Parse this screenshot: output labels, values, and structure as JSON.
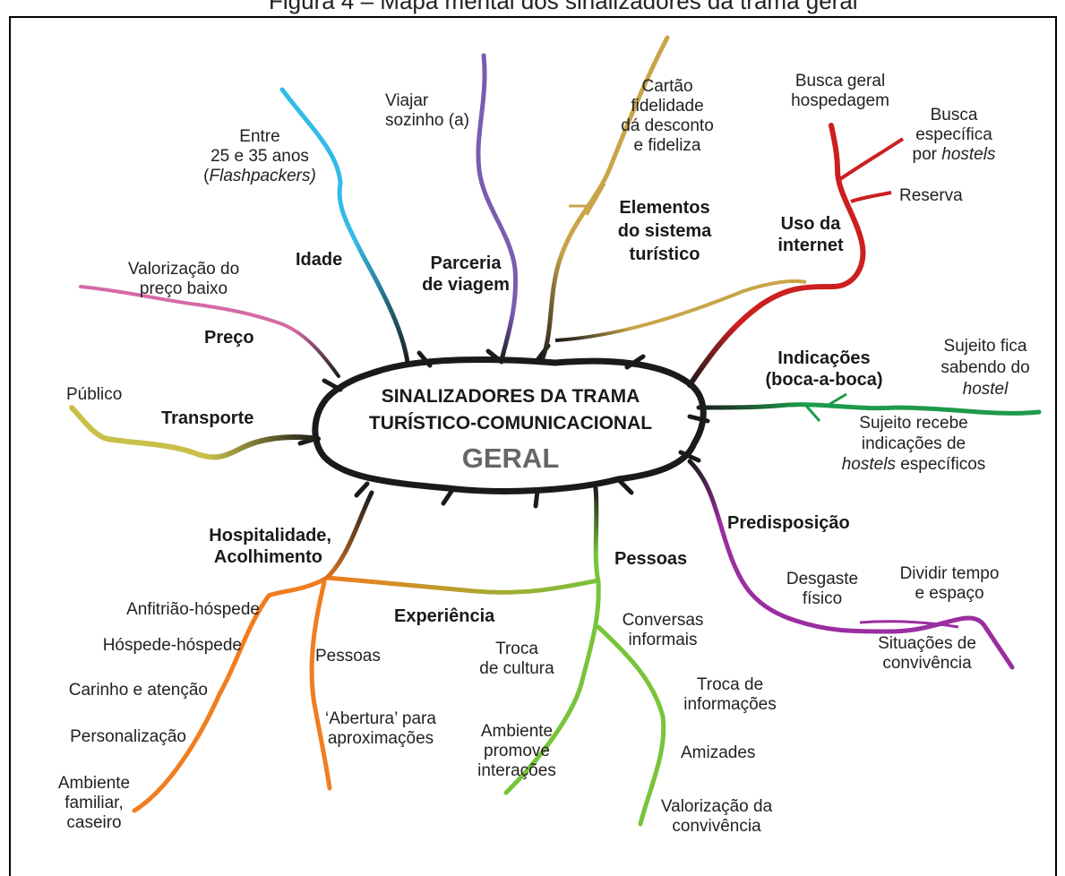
{
  "top_caption": "Figura 4 – Mapa mental dos sinalizadores da trama geral",
  "center": {
    "line1": "SINALIZADORES DA TRAMA",
    "line2": "TURÍSTICO-COMUNICACIONAL",
    "line3": "GERAL"
  },
  "branches": {
    "idade": {
      "label": "Idade",
      "color": "#33bbe8",
      "leaf": {
        "line1": "Entre",
        "line2": "25 e 35 anos",
        "line3_pre": "(",
        "line3_em": "Flashpackers)"
      }
    },
    "parceria": {
      "label1": "Parceria",
      "label2": "de viagem",
      "color": "#7a5cb0",
      "leaf": {
        "line1": "Viajar",
        "line2": "sozinho (a)"
      }
    },
    "elementos": {
      "label1": "Elementos",
      "label2": "do sistema",
      "label3": "turístico",
      "color": "#c9a448",
      "leaf": {
        "line1": "Cartão",
        "line2": "fidelidade",
        "line3": "dá desconto",
        "line4": "e fideliza"
      }
    },
    "internet": {
      "label1": "Uso da",
      "label2": "internet",
      "color": "#cc1f1f",
      "leaves": {
        "busca_geral_1": "Busca geral",
        "busca_geral_2": "hospedagem",
        "busca_esp_1": "Busca",
        "busca_esp_2": "específica",
        "busca_esp_3_pre": "por ",
        "busca_esp_3_em": "hostels",
        "reserva": "Reserva"
      }
    },
    "indicacoes": {
      "label1": "Indicações",
      "label2": "(boca-a-boca)",
      "color": "#1e9a4a",
      "leaves": {
        "fica_1": "Sujeito fica",
        "fica_2": "sabendo do",
        "fica_3_em": "hostel",
        "recebe_1": "Sujeito recebe",
        "recebe_2": "indicações de",
        "recebe_3_em": "hostels",
        "recebe_3_post": " específicos"
      }
    },
    "predisposicao": {
      "label": "Predisposição",
      "color": "#9a2ea0",
      "leaves": {
        "desgaste_1": "Desgaste",
        "desgaste_2": "físico",
        "dividir_1": "Dividir tempo",
        "dividir_2": "e espaço",
        "situacoes_1": "Situações de",
        "situacoes_2": "convivência"
      }
    },
    "pessoas": {
      "label": "Pessoas",
      "color": "#78c43a",
      "leaves": {
        "conversas_1": "Conversas",
        "conversas_2": "informais",
        "troca_cultura_1": "Troca",
        "troca_cultura_2": "de cultura",
        "troca_info_1": "Troca de",
        "troca_info_2": "informações",
        "ambiente_1": "Ambiente",
        "ambiente_2": "promove",
        "ambiente_3": "interações",
        "amizades": "Amizades",
        "valorizacao_1": "Valorização da",
        "valorizacao_2": "convivência"
      }
    },
    "experiencia": {
      "label": "Experiência"
    },
    "hospitalidade": {
      "label1": "Hospitalidade,",
      "label2": "Acolhimento",
      "color": "#f07d1f",
      "leaves": {
        "anfitriao": "Anfitrião-hóspede",
        "hospede": "Hóspede-hóspede",
        "carinho": "Carinho e atenção",
        "personalizacao": "Personalização",
        "ambiente_1": "Ambiente",
        "ambiente_2": "familiar,",
        "ambiente_3": "caseiro",
        "pessoas": "Pessoas",
        "abertura_1": "‘Abertura’ para",
        "abertura_2": "aproximações"
      }
    },
    "transporte": {
      "label": "Transporte",
      "color": "#c9c04a",
      "leaf": "Público"
    },
    "preco": {
      "label": "Preço",
      "color": "#d46aa6",
      "leaf": {
        "line1": "Valorização do",
        "line2": "preço baixo"
      }
    }
  }
}
